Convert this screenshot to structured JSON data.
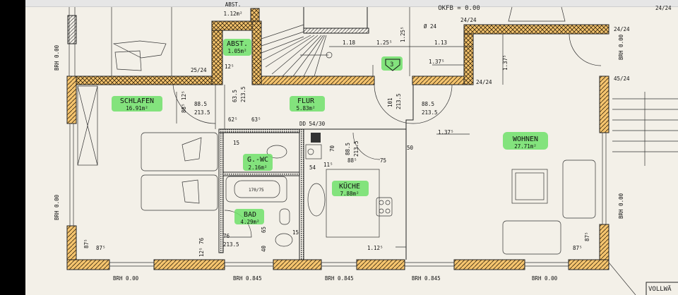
{
  "colors": {
    "paper": "#f3f0e8",
    "wall_fill": "#f5c46e",
    "highlight": "#6fe06a",
    "line": "#222222"
  },
  "rooms": [
    {
      "name": "SCHLAFEN",
      "area": "16.91m²"
    },
    {
      "name": "ABST.",
      "area": "1.05m²"
    },
    {
      "name": "FLUR",
      "area": "5.83m²"
    },
    {
      "name": "WOHNEN",
      "area": "27.71m²"
    },
    {
      "name": "G.-WC",
      "area": "2.16m²"
    },
    {
      "name": "KÜCHE",
      "area": "7.88m²"
    },
    {
      "name": "BAD",
      "area": "4.29m²"
    }
  ],
  "top_cut": {
    "room": "ABST.",
    "area": "1.12m²",
    "okfb": "OKFB = 0.00"
  },
  "stair_marker": "3",
  "sill_heights": {
    "bottom": [
      "BRH 0.00",
      "BRH 0.845",
      "BRH 0.845",
      "BRH 0.845",
      "BRH 0.00"
    ],
    "left": [
      "BRH 0.00",
      "BRH 0.00"
    ],
    "right": [
      "BRH 0.00",
      "BRH 0.00"
    ]
  },
  "dimensions": [
    "25/24",
    "12⁵",
    "1.18",
    "1.25⁵",
    "1.25⁵",
    "Ø 24",
    "24/24",
    "1.13",
    "1.37⁵",
    "1.37⁵",
    "24/24",
    "24/24",
    "45/24",
    "88.5",
    "213.5",
    "88⁵ 12⁵",
    "63.5",
    "213.5",
    "62⁵",
    "63⁵",
    "DD 54/30",
    "101",
    "213.5",
    "88.5",
    "213.5",
    "1.37⁵",
    "50",
    "70",
    "88.5",
    "213.5",
    "88⁵",
    "75",
    "54",
    "11⁵",
    "170/75",
    "76",
    "213.5",
    "65",
    "40",
    "15",
    "12⁵ 76",
    "87⁵",
    "87⁵",
    "1.12⁵",
    "87⁵",
    "87⁵",
    "15",
    "24/24"
  ],
  "legend_box": "VOLLWÄ"
}
